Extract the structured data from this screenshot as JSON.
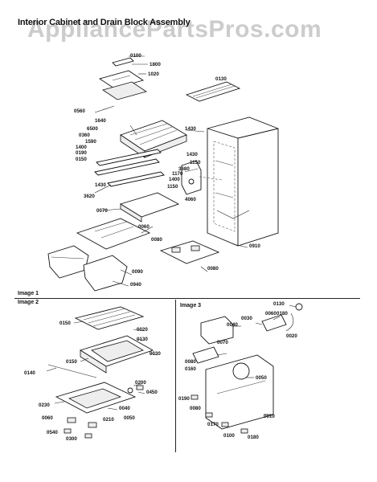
{
  "title": "Interior Cabinet and Drain Block Assembly",
  "watermark": "AppliancePartsPros.com",
  "captions": {
    "image1": "Image 1",
    "image2": "Image 2",
    "image3": "Image 3"
  },
  "labels": {
    "main": [
      "0100",
      "1800",
      "1020",
      "0130",
      "0560",
      "1640",
      "6500",
      "0360",
      "1590",
      "1400",
      "0190",
      "0150",
      "1430",
      "1430",
      "3680",
      "1150",
      "1170",
      "1400",
      "1150",
      "4060",
      "1430",
      "3620",
      "0070",
      "0060",
      "0080",
      "0090",
      "0080",
      "0910",
      "0940"
    ],
    "image2": [
      "0150",
      "0020",
      "0130",
      "0030",
      "0140",
      "0150",
      "0200",
      "0450",
      "0230",
      "0040",
      "0060",
      "0210",
      "0050",
      "0540",
      "0300"
    ],
    "image3": [
      "0130",
      "0060",
      "0180",
      "0040",
      "0030",
      "0020",
      "0070",
      "0080",
      "0160",
      "0050",
      "0190",
      "0080",
      "0010",
      "0170",
      "0100",
      "0180"
    ]
  }
}
